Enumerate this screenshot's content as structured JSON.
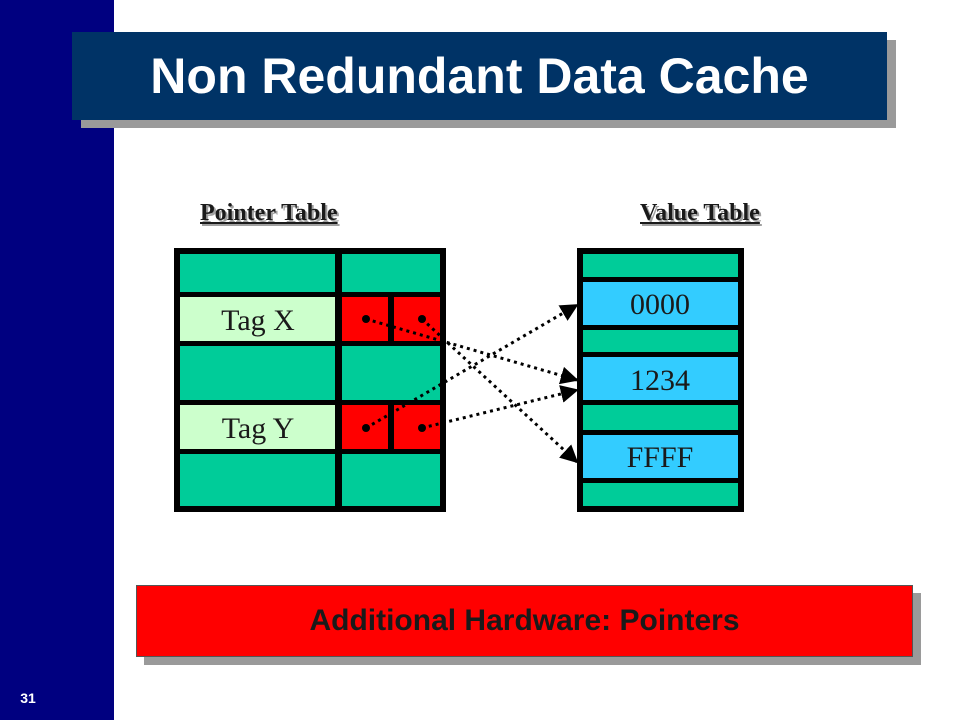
{
  "slide": {
    "title": "Non Redundant Data Cache",
    "number": "31"
  },
  "pointer_table": {
    "label": "Pointer Table",
    "tags": [
      "Tag X",
      "Tag Y"
    ]
  },
  "value_table": {
    "label": "Value Table",
    "values": [
      "0000",
      "1234",
      "FFFF"
    ]
  },
  "footer": {
    "text": "Additional Hardware: Pointers"
  },
  "colors": {
    "sidebar": "#000080",
    "title_bg": "#003366",
    "cell_green": "#00cc99",
    "tag_bg": "#ccffcc",
    "pointer_red": "#ff0000",
    "value_cyan": "#33ccff",
    "footer_red": "#ff0000"
  }
}
